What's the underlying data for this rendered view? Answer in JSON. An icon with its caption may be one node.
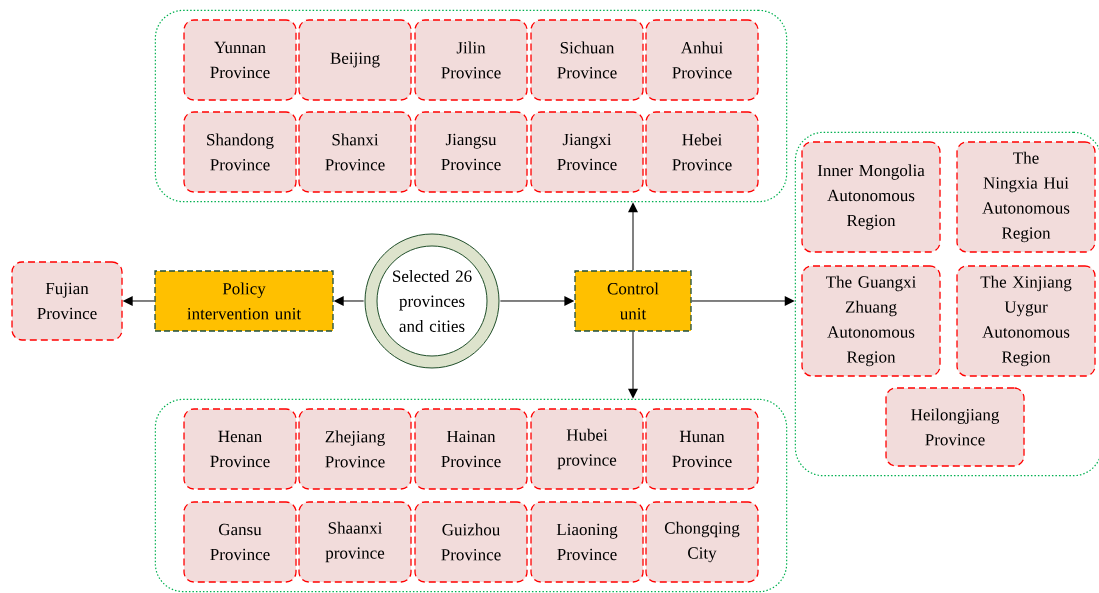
{
  "diagram": {
    "nodes": [
      {
        "text": [],
        "shape": "box"
      },
      {
        "text": [
          "Yunnan Province"
        ],
        "in": 0
      },
      {
        "text": [
          "Beijing"
        ],
        "in": 0
      },
      {
        "text": [
          "Jilin Province"
        ],
        "in": 0
      },
      {
        "text": [
          "Sichuan Province"
        ],
        "in": 0
      },
      {
        "text": [
          "Anhui Province"
        ],
        "in": 0
      },
      {
        "text": [
          "Shandong Province"
        ],
        "in": 0
      },
      {
        "text": [
          "Shanxi Province"
        ],
        "in": 0
      },
      {
        "text": [
          "Jiangsu Province"
        ],
        "in": 0
      },
      {
        "text": [
          "Jiangxi Province"
        ],
        "in": 0
      },
      {
        "text": [
          "Hebei Province"
        ],
        "in": 0
      },
      {
        "text": [],
        "shape": "box"
      },
      {
        "text": [
          "Inner Mongolia Autonomous Region"
        ],
        "in": 11
      },
      {
        "text": [
          "The Ningxia Hui Autonomous Region"
        ],
        "in": 11
      },
      {
        "text": [
          "The Guangxi Zhuang Autonomous Region"
        ],
        "in": 11
      },
      {
        "text": [
          "The Xinjiang Uygur Autonomous Region"
        ],
        "in": 11
      },
      {
        "text": [
          "Heilongjiang Province"
        ],
        "in": 11
      },
      {
        "text": [
          "Fujian Province"
        ]
      },
      {
        "text": [
          "Policy intervention unit"
        ]
      },
      {
        "text": [
          "Selected 26 provinces and cities"
        ]
      },
      {
        "text": [
          "Control unit"
        ]
      },
      {
        "text": [],
        "shape": "box"
      },
      {
        "text": [
          "Henan Province"
        ],
        "in": 21
      },
      {
        "text": [
          "Zhejiang Province"
        ],
        "in": 21
      },
      {
        "text": [
          "Hainan Province"
        ],
        "in": 21
      },
      {
        "text": [
          "Hubei province"
        ],
        "in": 21
      },
      {
        "text": [
          "Hunan Province"
        ],
        "in": 21
      },
      {
        "text": [
          "Gansu Province"
        ],
        "in": 21
      },
      {
        "text": [
          "Shaanxi province"
        ],
        "in": 21
      },
      {
        "text": [
          "Guizhou Province"
        ],
        "in": 21
      },
      {
        "text": [
          "Liaoning Province"
        ],
        "in": 21
      },
      {
        "text": [
          "Chongqing City"
        ],
        "in": 21
      }
    ],
    "edges": [
      {
        "from": 19,
        "to": 18,
        "arrow": "to"
      },
      {
        "from": 18,
        "to": 17,
        "arrow": "to"
      },
      {
        "from": 19,
        "to": 20,
        "arrow": "to"
      },
      {
        "from": 20,
        "to": 0,
        "arrow": "to"
      },
      {
        "from": 20,
        "to": 11,
        "arrow": "to"
      },
      {
        "from": 20,
        "to": 21,
        "arrow": "to"
      }
    ]
  }
}
